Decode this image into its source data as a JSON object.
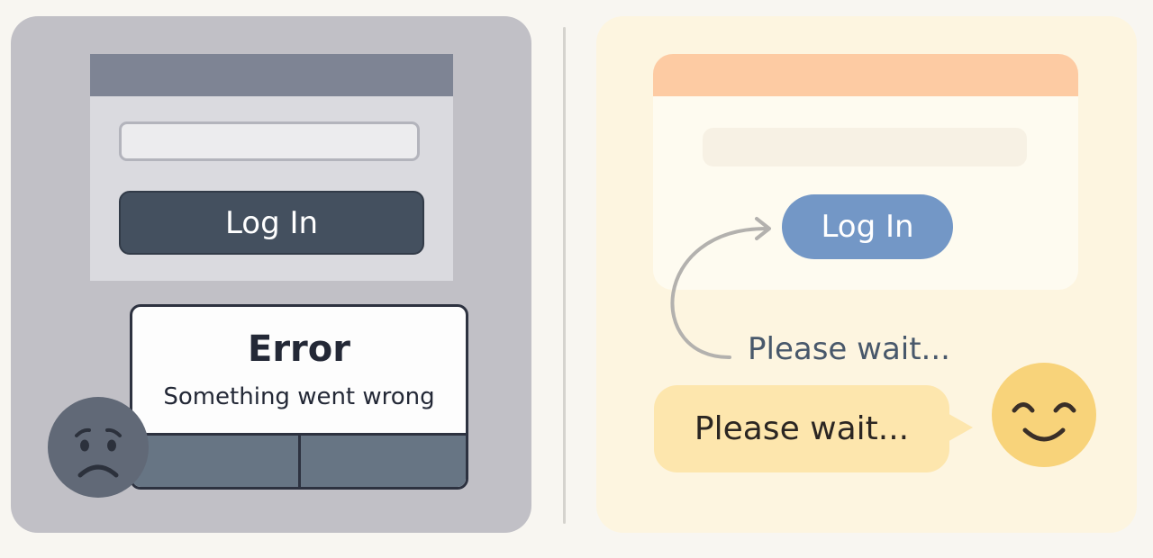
{
  "left_scene": {
    "login_window": {
      "login_button_label": "Log In"
    },
    "error_dialog": {
      "title": "Error",
      "message": "Something went wrong"
    },
    "emotion_icon": "sad-face-icon",
    "colors": {
      "panel": "#c1c0c6",
      "button": "#44505f",
      "dialog_border": "#2d3240"
    }
  },
  "right_scene": {
    "login_window": {
      "login_button_label": "Log In"
    },
    "status_text": "Please wait...",
    "speech_bubble_text": "Please wait...",
    "emotion_icon": "smiling-face-icon",
    "colors": {
      "panel": "#fdf5e0",
      "title_bar": "#fdcba3",
      "button": "#7397c6",
      "bubble": "#fde6ad"
    }
  }
}
